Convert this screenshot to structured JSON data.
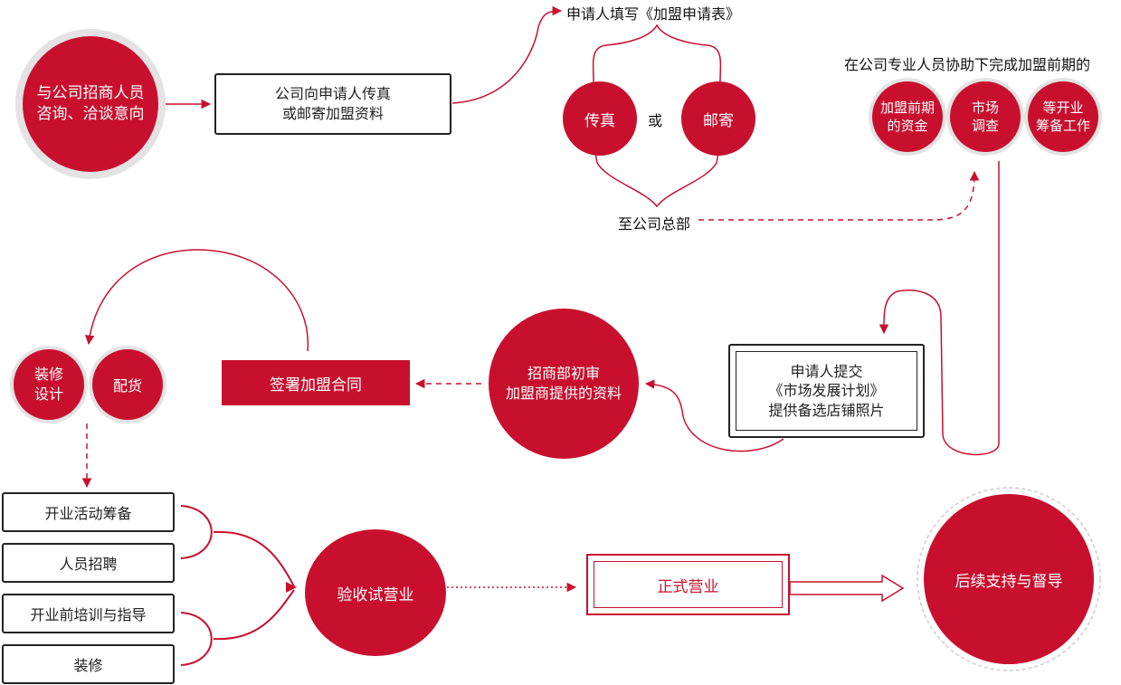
{
  "nodes": {
    "consult": "与公司招商人员\n咨询、洽谈意向",
    "fax_materials": "公司向申请人传真\n或邮寄加盟资料",
    "fill_form": "申请人填写《加盟申请表》",
    "fax": "传真",
    "or": "或",
    "mail": "邮寄",
    "to_hq": "至公司总部",
    "assist_label": "在公司专业人员协助下完成加盟前期的",
    "funds": "加盟前期\n的资金",
    "market": "市场\n调查",
    "prep": "等开业\n筹备工作",
    "submit": "申请人提交\n《市场发展计划》\n提供备选店铺照片",
    "review": "招商部初审\n加盟商提供的资料",
    "sign": "签署加盟合同",
    "decor_design": "装修\n设计",
    "stocking": "配货",
    "opening_prep": "开业活动筹备",
    "hiring": "人员招聘",
    "training": "开业前培训与指导",
    "renovation": "装修",
    "trial": "验收试营业",
    "formal": "正式营业",
    "support": "后续支持与督导"
  },
  "colors": {
    "accent": "#c8102e",
    "ring": "#e3e3e3",
    "border": "#222222"
  }
}
